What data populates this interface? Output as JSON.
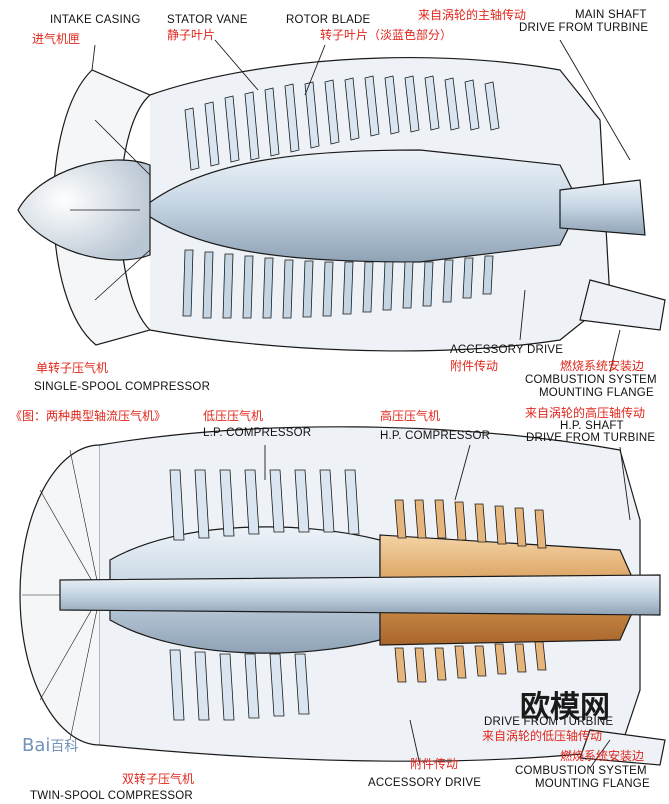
{
  "labels": {
    "intake_casing": {
      "en": "INTAKE CASING",
      "zh": "进气机匣"
    },
    "stator_vane": {
      "en": "STATOR VANE",
      "zh": "静子叶片"
    },
    "rotor_blade": {
      "en": "ROTOR BLADE",
      "zh": "转子叶片（淡蓝色部分）"
    },
    "main_shaft": {
      "zh": "来自涡轮的主轴传动",
      "en1": "MAIN SHAFT",
      "en2": "DRIVE FROM TURBINE"
    },
    "single_spool": {
      "zh": "单转子压气机",
      "en": "SINGLE-SPOOL COMPRESSOR"
    },
    "accessory_drive_top": {
      "en": "ACCESSORY DRIVE",
      "zh": "附件传动"
    },
    "flange_top": {
      "zh": "燃烧系统安装边",
      "en1": "COMBUSTION SYSTEM",
      "en2": "MOUNTING FLANGE"
    },
    "figure_caption": "《图：两种典型轴流压气机》",
    "lp_compressor": {
      "zh": "低压压气机",
      "en": "L.P. COMPRESSOR"
    },
    "hp_compressor": {
      "zh": "高压压气机",
      "en": "H.P. COMPRESSOR"
    },
    "hp_shaft": {
      "zh": "来自涡轮的高压轴传动",
      "en1": "H.P. SHAFT",
      "en2": "DRIVE FROM TURBINE"
    },
    "drive_overlap": {
      "en": "DRIVE FROM TURBINE",
      "zh": "来自涡轮的低压轴传动"
    },
    "twin_spool": {
      "zh": "双转子压气机",
      "en": "TWIN-SPOOL COMPRESSOR"
    },
    "accessory_drive_bottom": {
      "zh": "附件传动",
      "en": "ACCESSORY DRIVE"
    },
    "flange_bottom": {
      "zh": "燃烧系统安装边",
      "en1": "COMBUSTION SYSTEM",
      "en2": "MOUNTING FLANGE"
    }
  },
  "watermarks": {
    "ouzhuang": "欧模网",
    "baidu": "Bai",
    "du_char": "百科"
  },
  "colors": {
    "label_red": "#e0261b",
    "label_black": "#111111",
    "rotor_blue": "#cfe0ee",
    "hp_copper": "#c88a4a",
    "line": "#1a1a1a"
  }
}
